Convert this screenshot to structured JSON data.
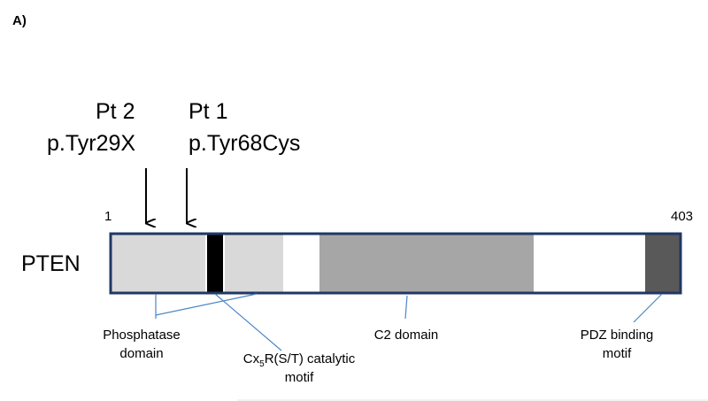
{
  "panel_label": "A)",
  "protein": {
    "name": "PTEN",
    "start": "1",
    "end": "403",
    "segment_colors": {
      "phosphatase": "#d9d9d9",
      "catalytic_motif": "#000000",
      "spacer": "#ffffff",
      "c2": "#a6a6a6",
      "pdz": "#595959",
      "outline": "#1f3864"
    }
  },
  "mutations": [
    {
      "patient": "Pt 2",
      "variant": "p.Tyr29X"
    },
    {
      "patient": "Pt 1",
      "variant": "p.Tyr68Cys"
    }
  ],
  "annotations": {
    "phosphatase": {
      "line1": "Phosphatase",
      "line2": "domain"
    },
    "catalytic": {
      "pre": "Cx",
      "sub": "5",
      "post": "R(S/T) catalytic",
      "line2": "motif"
    },
    "c2": {
      "line1": "C2 domain"
    },
    "pdz": {
      "line1": "PDZ binding",
      "line2": "motif"
    }
  },
  "leader_line_color": "#4a86c5"
}
